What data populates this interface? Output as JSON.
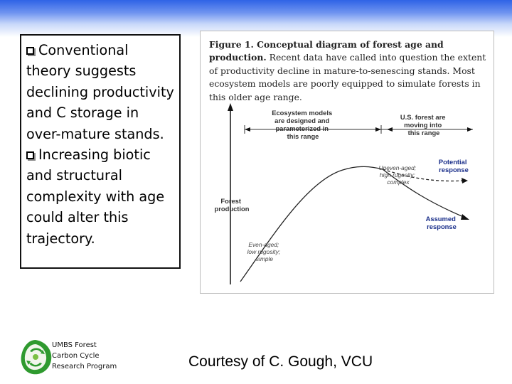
{
  "bullets": [
    {
      "text": "Conventional theory suggests declining productivity and C storage in over-mature stands."
    },
    {
      "text": "Increasing biotic and structural complexity with age could alter this trajectory."
    }
  ],
  "figure": {
    "caption_bold": "Figure 1. Conceptual diagram of forest age and production.",
    "caption_body": " Recent data have called into question the extent of productivity decline in mature-to-senescing stands. Most ecosystem models are poorly equipped to simulate forests in this older age range.",
    "ecosystem_label": [
      "Ecosystem models",
      "are designed and",
      "parameterized in",
      "this range"
    ],
    "usforest_label": [
      "U.S. forest are",
      "moving into",
      "this range"
    ],
    "potential_label": [
      "Potential",
      "response"
    ],
    "assumed_label": [
      "Assumed",
      "response"
    ],
    "production_label": [
      "Forest",
      "production"
    ],
    "uneven_label": [
      "Uneven-aged;",
      "high rugosity;",
      "complex"
    ],
    "even_label": [
      "Even-aged;",
      "low rugosity;",
      "simple"
    ]
  },
  "logo": {
    "line1": "UMBS Forest",
    "line2": "Carbon Cycle",
    "line3": "Research Program"
  },
  "courtesy": "Courtesy of C. Gough, VCU"
}
